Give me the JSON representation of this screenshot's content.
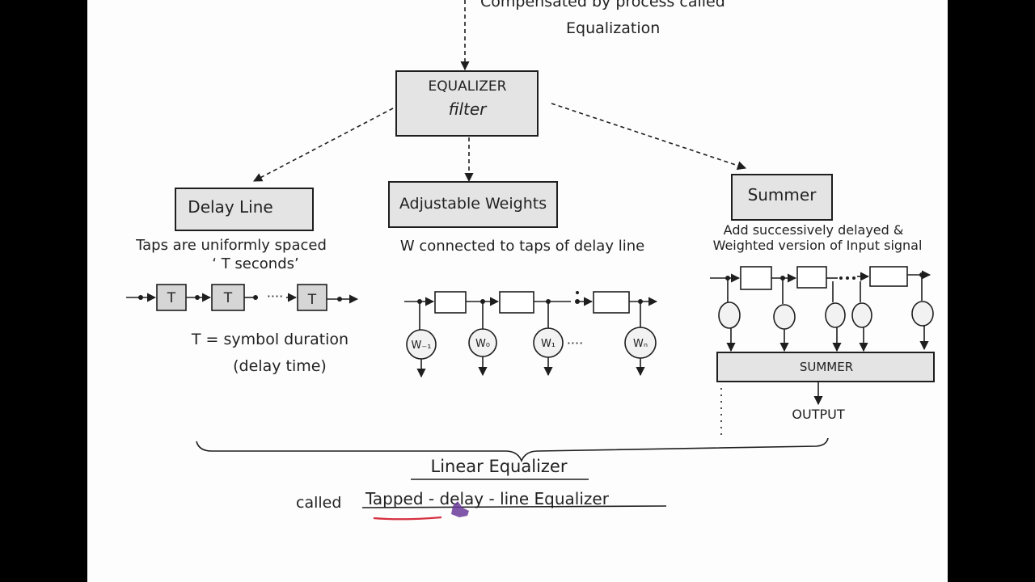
{
  "top_note": {
    "line1": "Compensated by process called",
    "line2": "Equalization"
  },
  "equalizer": {
    "line1": "EQUALIZER",
    "line2": "filter"
  },
  "delay_line": {
    "title": "Delay Line",
    "desc1": "Taps are uniformly spaced",
    "desc2": "‘ T seconds’",
    "tap_label": "T",
    "dots": "····",
    "def1": "T = symbol duration",
    "def2": "(delay time)"
  },
  "weights": {
    "title": "Adjustable Weights",
    "desc": "W connected to taps of delay line",
    "w_minus1": "W₋₁",
    "w0": "W₀",
    "w1": "W₁",
    "wn": "Wₙ",
    "dots": "····"
  },
  "summer": {
    "title": "Summer",
    "desc1": "Add successively delayed &",
    "desc2": "Weighted version of Input signal",
    "box_label": "SUMMER",
    "output": "OUTPUT"
  },
  "bottom": {
    "linear": "Linear Equalizer",
    "called": "called",
    "tapped": "Tapped - delay - line Equalizer"
  },
  "colors": {
    "paper": "#fdfdfd",
    "box_fill": "#e4e4e4",
    "red_underline": "#d63040",
    "cursor": "#6a3a9a"
  }
}
